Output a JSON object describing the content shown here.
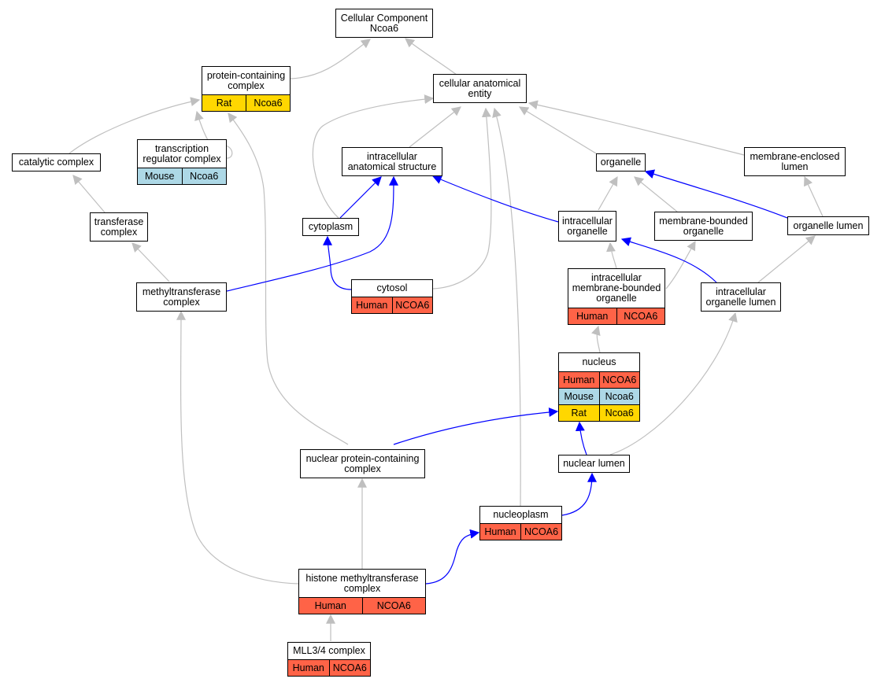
{
  "colors": {
    "human": "#ff6347",
    "mouse": "#add8e6",
    "rat": "#ffd700",
    "edge_is_a": "#bfbfbf",
    "edge_part_of": "#0000ff"
  },
  "nodes": {
    "root": {
      "title": "Cellular Component\nNcoa6",
      "rows": []
    },
    "pcc": {
      "title": "protein-containing\ncomplex",
      "rows": [
        {
          "species": "Rat",
          "gene": "Ncoa6",
          "type": "rat"
        }
      ]
    },
    "cae": {
      "title": "cellular anatomical\nentity",
      "rows": []
    },
    "catalytic": {
      "title": "catalytic complex",
      "rows": []
    },
    "trc": {
      "title": "transcription\nregulator complex",
      "rows": [
        {
          "species": "Mouse",
          "gene": "Ncoa6",
          "type": "mouse"
        }
      ]
    },
    "ias": {
      "title": "intracellular\nanatomical structure",
      "rows": []
    },
    "organelle": {
      "title": "organelle",
      "rows": []
    },
    "mel": {
      "title": "membrane-enclosed\nlumen",
      "rows": []
    },
    "transferase": {
      "title": "transferase\ncomplex",
      "rows": []
    },
    "cytoplasm": {
      "title": "cytoplasm",
      "rows": []
    },
    "io": {
      "title": "intracellular\norganelle",
      "rows": []
    },
    "mbo": {
      "title": "membrane-bounded\norganelle",
      "rows": []
    },
    "ol": {
      "title": "organelle lumen",
      "rows": []
    },
    "mtc": {
      "title": "methyltransferase\ncomplex",
      "rows": []
    },
    "cytosol": {
      "title": "cytosol",
      "rows": [
        {
          "species": "Human",
          "gene": "NCOA6",
          "type": "human"
        }
      ]
    },
    "imbo": {
      "title": "intracellular\nmembrane-bounded\norganelle",
      "rows": [
        {
          "species": "Human",
          "gene": "NCOA6",
          "type": "human"
        }
      ]
    },
    "iol": {
      "title": "intracellular\norganelle lumen",
      "rows": []
    },
    "nucleus": {
      "title": "nucleus",
      "rows": [
        {
          "species": "Human",
          "gene": "NCOA6",
          "type": "human"
        },
        {
          "species": "Mouse",
          "gene": "Ncoa6",
          "type": "mouse"
        },
        {
          "species": "Rat",
          "gene": "Ncoa6",
          "type": "rat"
        }
      ]
    },
    "npcc": {
      "title": "nuclear protein-containing\ncomplex",
      "rows": []
    },
    "nl": {
      "title": "nuclear lumen",
      "rows": []
    },
    "np": {
      "title": "nucleoplasm",
      "rows": [
        {
          "species": "Human",
          "gene": "NCOA6",
          "type": "human"
        }
      ]
    },
    "hmt": {
      "title": "histone methyltransferase\ncomplex",
      "rows": [
        {
          "species": "Human",
          "gene": "NCOA6",
          "type": "human"
        }
      ]
    },
    "mll": {
      "title": "MLL3/4 complex",
      "rows": [
        {
          "species": "Human",
          "gene": "NCOA6",
          "type": "human"
        }
      ]
    }
  }
}
